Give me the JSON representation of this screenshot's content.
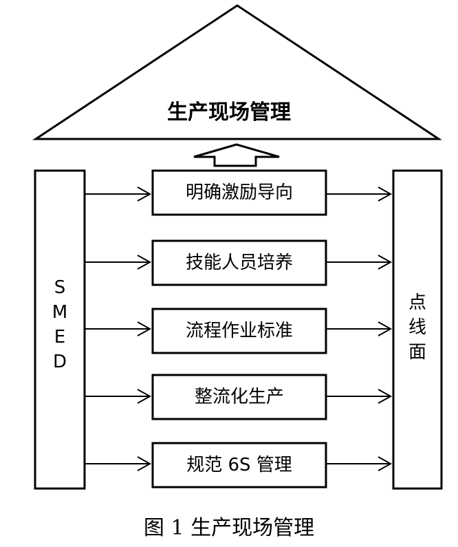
{
  "roof": {
    "title": "生产现场管理"
  },
  "left_pillar": {
    "letters": [
      "S",
      "M",
      "E",
      "D"
    ]
  },
  "right_pillar": {
    "chars": [
      "点",
      "线",
      "面"
    ]
  },
  "middle_boxes": [
    {
      "label": "明确激励导向"
    },
    {
      "label": "技能人员培养"
    },
    {
      "label": "流程作业标准"
    },
    {
      "label": "整流化生产"
    },
    {
      "label": "规范 6S 管理"
    }
  ],
  "caption": "图 1 生产现场管理"
}
